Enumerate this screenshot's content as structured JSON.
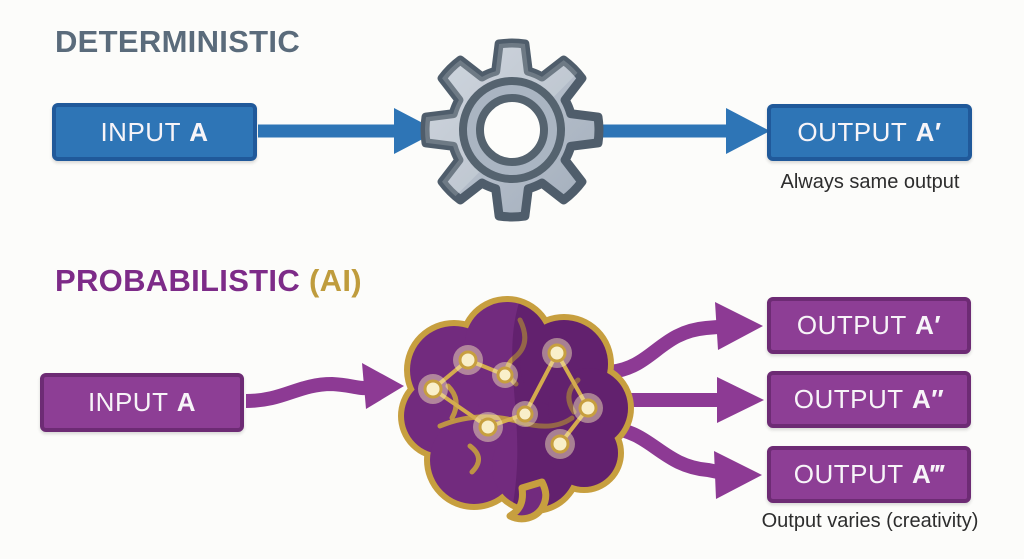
{
  "colors": {
    "background": "#fcfcfa",
    "blue": "#2e75b6",
    "blue_dark": "#20599a",
    "slate_heading": "#5a6b7b",
    "purple": "#7d2b88",
    "purple_box": "#8d3e95",
    "purple_box_border": "#6d2b74",
    "purple_arrow": "#8d3a94",
    "gold": "#bf9c3d",
    "brain_purple": "#722b7e",
    "caption_text": "#2d2d2d",
    "box_text": "#f7f4f8"
  },
  "deterministic": {
    "heading": "DETERMINISTIC",
    "input_prefix": "INPUT",
    "input_emph": "A",
    "output_prefix": "OUTPUT",
    "output_emph": "A′",
    "caption": "Always same output",
    "processor_icon": "gear-icon"
  },
  "probabilistic": {
    "heading": "PROBABILISTIC",
    "heading_suffix": "(AI)",
    "input_prefix": "INPUT",
    "input_emph": "A",
    "outputs": [
      {
        "prefix": "OUTPUT",
        "emph": "A′"
      },
      {
        "prefix": "OUTPUT",
        "emph": "A″"
      },
      {
        "prefix": "OUTPUT",
        "emph": "A‴"
      }
    ],
    "caption": "Output varies (creativity)",
    "processor_icon": "brain-neural-network-icon"
  }
}
